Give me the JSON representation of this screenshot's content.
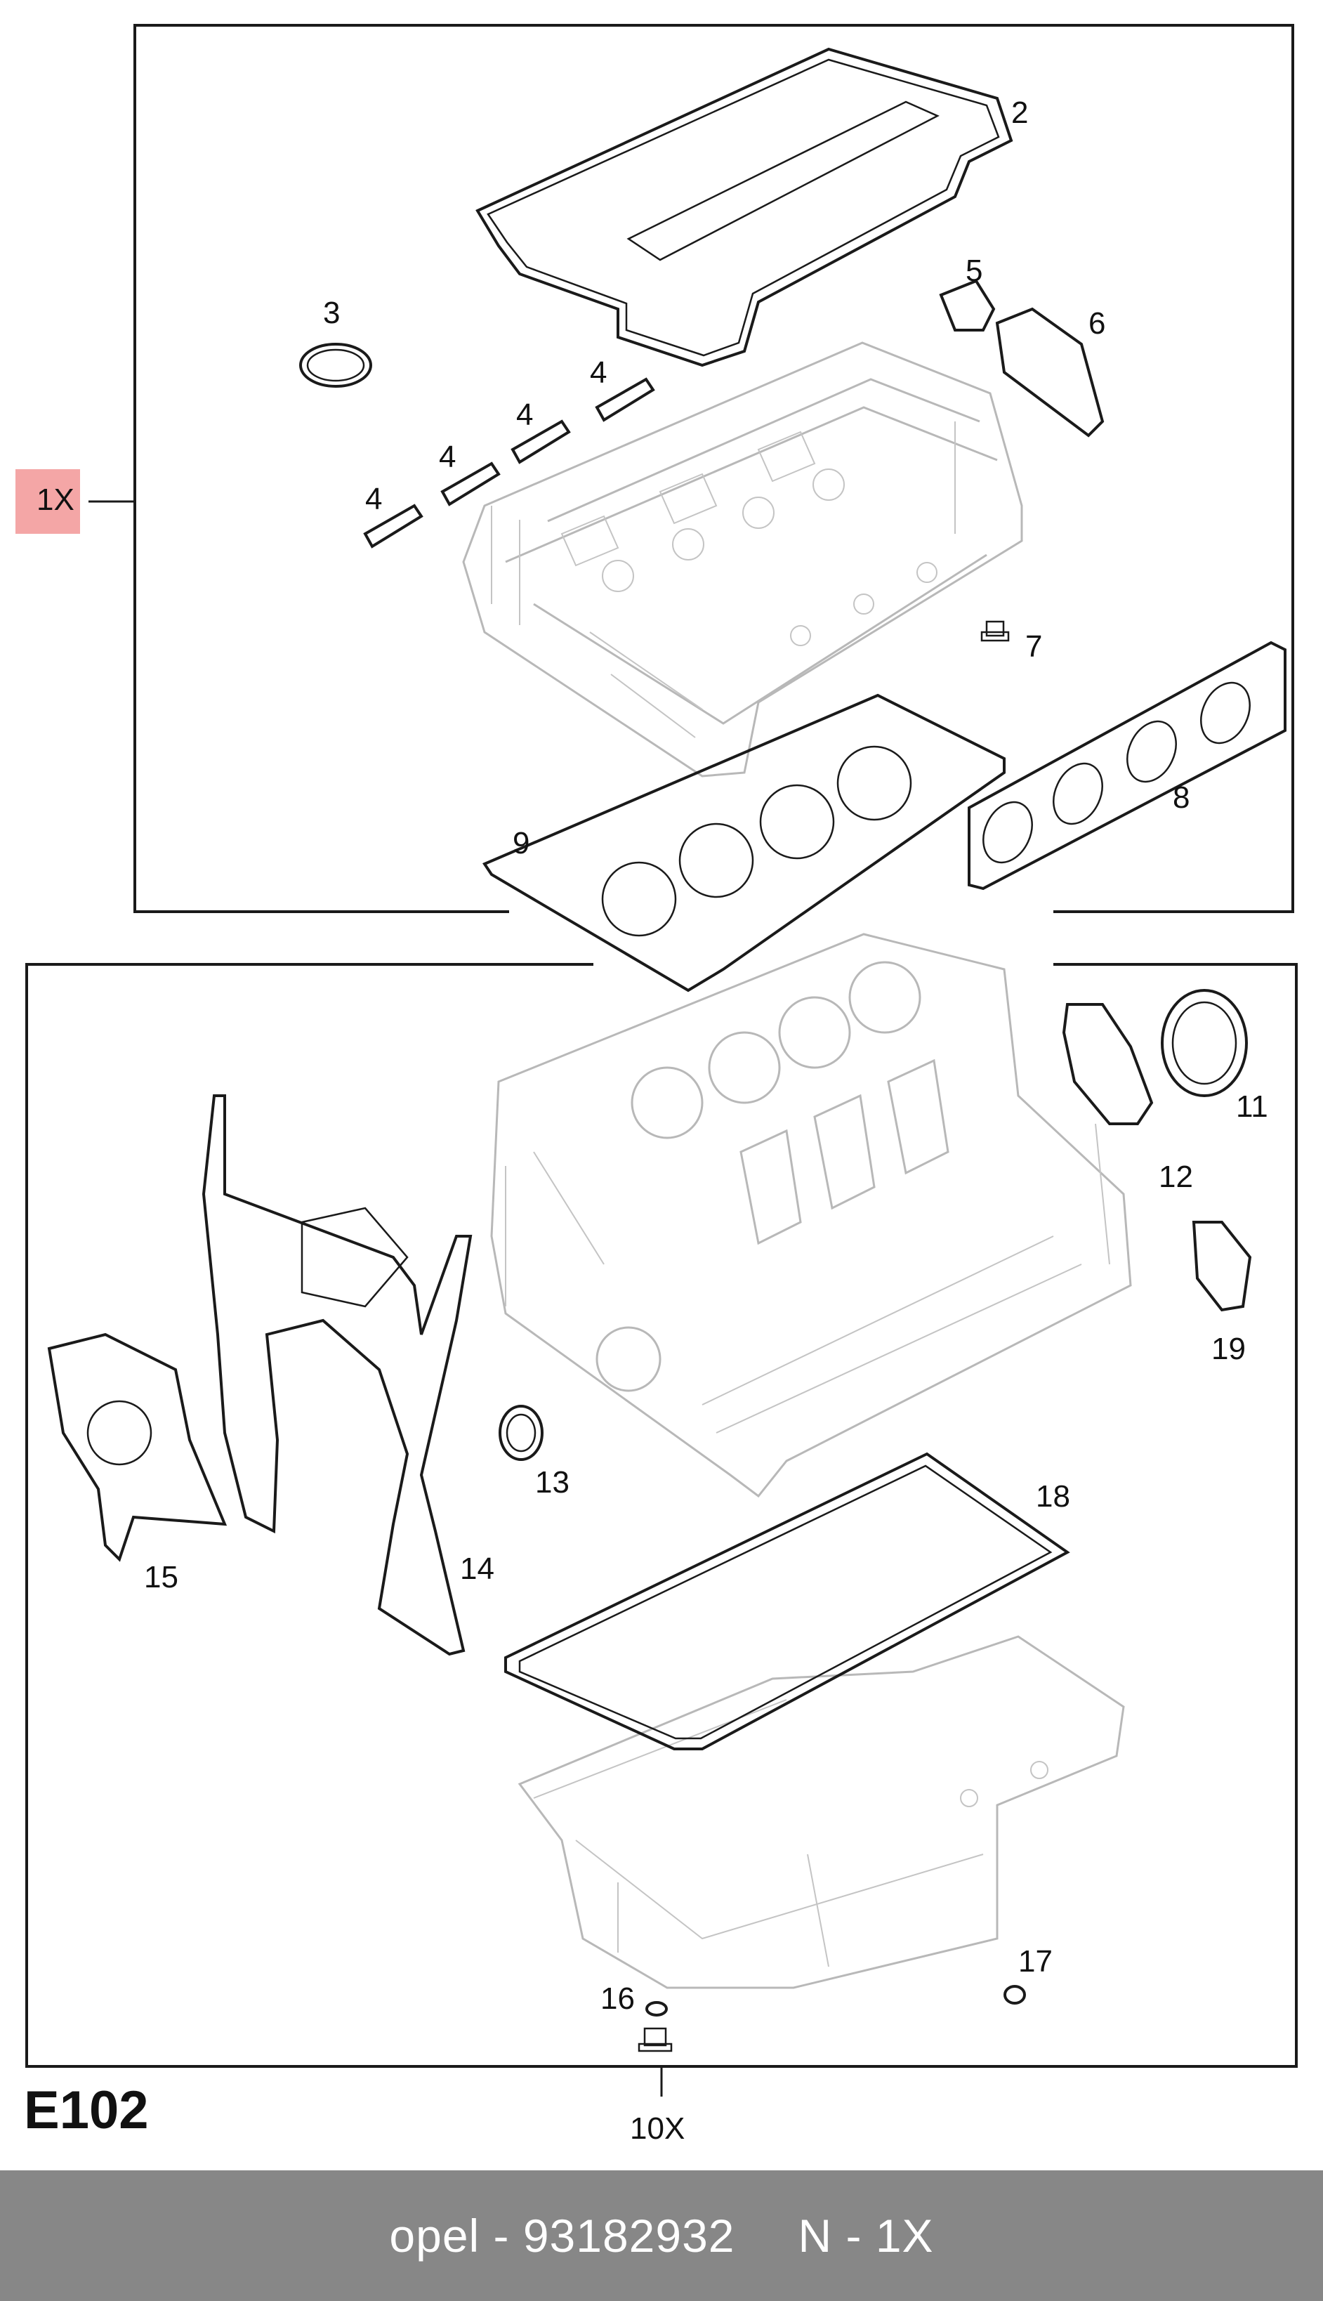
{
  "diagram": {
    "code": "E102",
    "kit_quantity": "1X",
    "bottom_quantity": "10X",
    "part_numbers": [
      "2",
      "3",
      "4",
      "4",
      "4",
      "4",
      "5",
      "6",
      "7",
      "8",
      "9",
      "11",
      "12",
      "13",
      "14",
      "15",
      "16",
      "17",
      "18",
      "19"
    ]
  },
  "footer": {
    "part_ref": "opel - 93182932",
    "quantity_note": "N - 1X"
  },
  "colors": {
    "kit_badge": "#f4a6a6",
    "footer_bg": "#878787",
    "ghost_parts": "#b8b8b8",
    "gaskets": "#1a1a1a"
  }
}
